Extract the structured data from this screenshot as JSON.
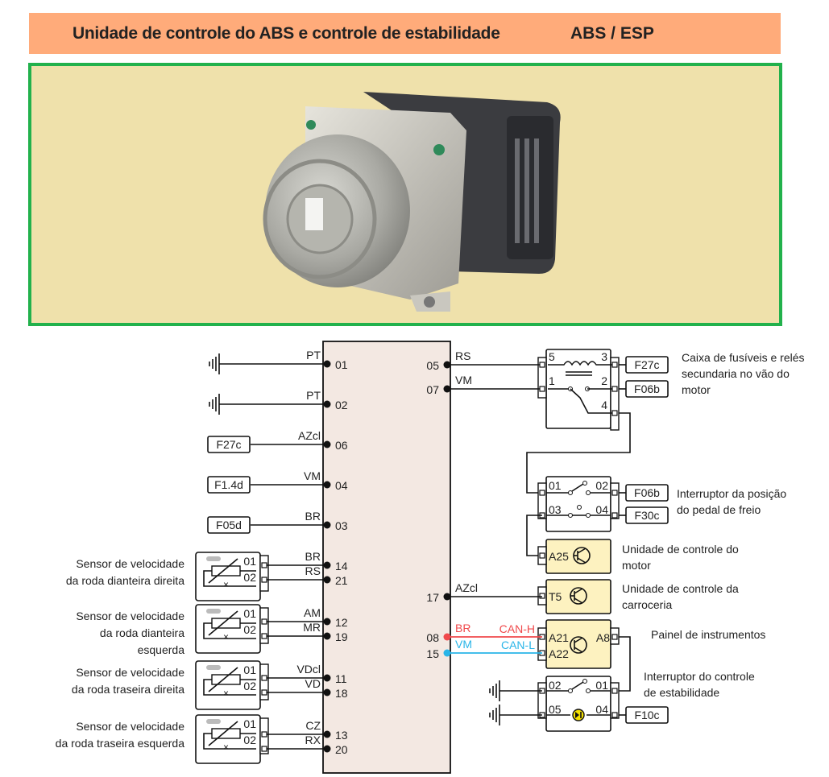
{
  "header": {
    "title": "Unidade de controle do ABS e controle de estabilidade",
    "abbreviation": "ABS / ESP"
  },
  "photo": {
    "subject": "abs-esp-module-photo",
    "background_color": "#efe1ab",
    "frame_color": "#22b14c"
  },
  "colors": {
    "title_bg": "#ffab7a",
    "ecu_fill": "#f3e8e2",
    "module_fill": "#fdf2c0",
    "can_h": "#f0494b",
    "can_l": "#29b5e8"
  },
  "ecu": {
    "left_pins": [
      {
        "pin": "01",
        "wire": "PT",
        "source": "ground"
      },
      {
        "pin": "02",
        "wire": "PT",
        "source": "ground"
      },
      {
        "pin": "06",
        "wire": "AZcl",
        "source": "F27c"
      },
      {
        "pin": "04",
        "wire": "VM",
        "source": "F1.4d"
      },
      {
        "pin": "03",
        "wire": "BR",
        "source": "F05d"
      },
      {
        "pin": "14",
        "wire": "BR"
      },
      {
        "pin": "21",
        "wire": "RS"
      },
      {
        "pin": "12",
        "wire": "AM"
      },
      {
        "pin": "19",
        "wire": "MR"
      },
      {
        "pin": "11",
        "wire": "VDcl"
      },
      {
        "pin": "18",
        "wire": "VD"
      },
      {
        "pin": "13",
        "wire": "CZ"
      },
      {
        "pin": "20",
        "wire": "RX"
      }
    ],
    "right_pins": [
      {
        "pin": "05",
        "wire": "RS"
      },
      {
        "pin": "07",
        "wire": "VM"
      },
      {
        "pin": "17",
        "wire": "AZcl"
      },
      {
        "pin": "08",
        "wire": "BR",
        "signal": "CAN-H"
      },
      {
        "pin": "15",
        "wire": "VM",
        "signal": "CAN-L"
      }
    ]
  },
  "sensors": [
    {
      "label_lines": [
        "Sensor de velocidade",
        "da roda dianteira direita"
      ],
      "pins": [
        "01",
        "02"
      ]
    },
    {
      "label_lines": [
        "Sensor de velocidade",
        "da roda dianteira",
        "esquerda"
      ],
      "pins": [
        "01",
        "02"
      ]
    },
    {
      "label_lines": [
        "Sensor de velocidade",
        "da roda traseira direita"
      ],
      "pins": [
        "01",
        "02"
      ]
    },
    {
      "label_lines": [
        "Sensor de velocidade",
        "da roda traseira esquerda"
      ],
      "pins": [
        "01",
        "02"
      ]
    }
  ],
  "relay": {
    "pins": [
      "5",
      "3",
      "1",
      "2",
      "4"
    ],
    "fuses": [
      "F27c",
      "F06b"
    ],
    "label_lines": [
      "Caixa de fusíveis e relés",
      "secundaria no vão do",
      "motor"
    ]
  },
  "brake_switch": {
    "pins": [
      "01",
      "02",
      "03",
      "04"
    ],
    "fuses": [
      "F06b",
      "F30c"
    ],
    "label_lines": [
      "Interruptor da posição",
      "do pedal de freio"
    ]
  },
  "engine_ecu": {
    "pin": "A25",
    "label_lines": [
      "Unidade de controle do",
      "motor"
    ]
  },
  "body_ecu": {
    "pin": "T5",
    "label_lines": [
      "Unidade de controle da",
      "carroceria"
    ]
  },
  "instrument_panel": {
    "pins": [
      "A21",
      "A22",
      "A8"
    ],
    "label_lines": [
      "Painel de instrumentos"
    ]
  },
  "esp_switch": {
    "pins": [
      "02",
      "01",
      "05",
      "04"
    ],
    "fuse": "F10c",
    "label_lines": [
      "Interruptor do controle",
      "de estabilidade"
    ]
  }
}
